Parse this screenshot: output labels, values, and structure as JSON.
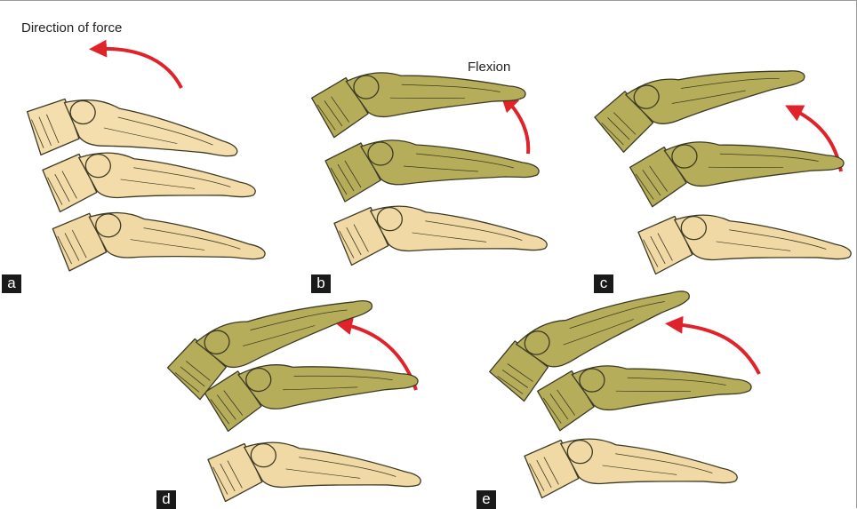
{
  "figure": {
    "annotations": {
      "direction_of_force": "Direction of force",
      "flexion": "Flexion"
    },
    "panels": [
      {
        "label": "a"
      },
      {
        "label": "b"
      },
      {
        "label": "c"
      },
      {
        "label": "d"
      },
      {
        "label": "e"
      }
    ],
    "colors": {
      "upper_vertebra": "#b5ad5a",
      "upper_vertebra_dark": "#8d863e",
      "lower_vertebra": "#f1d9a6",
      "lower_vertebra_dark": "#d9bd84",
      "outline": "#3d3a24",
      "arrow": "#e0232b",
      "label_bg": "#1a1a1a"
    },
    "icons": {
      "arrow": "curved-red-arrow",
      "vertebra": "cervical-vertebra"
    }
  }
}
